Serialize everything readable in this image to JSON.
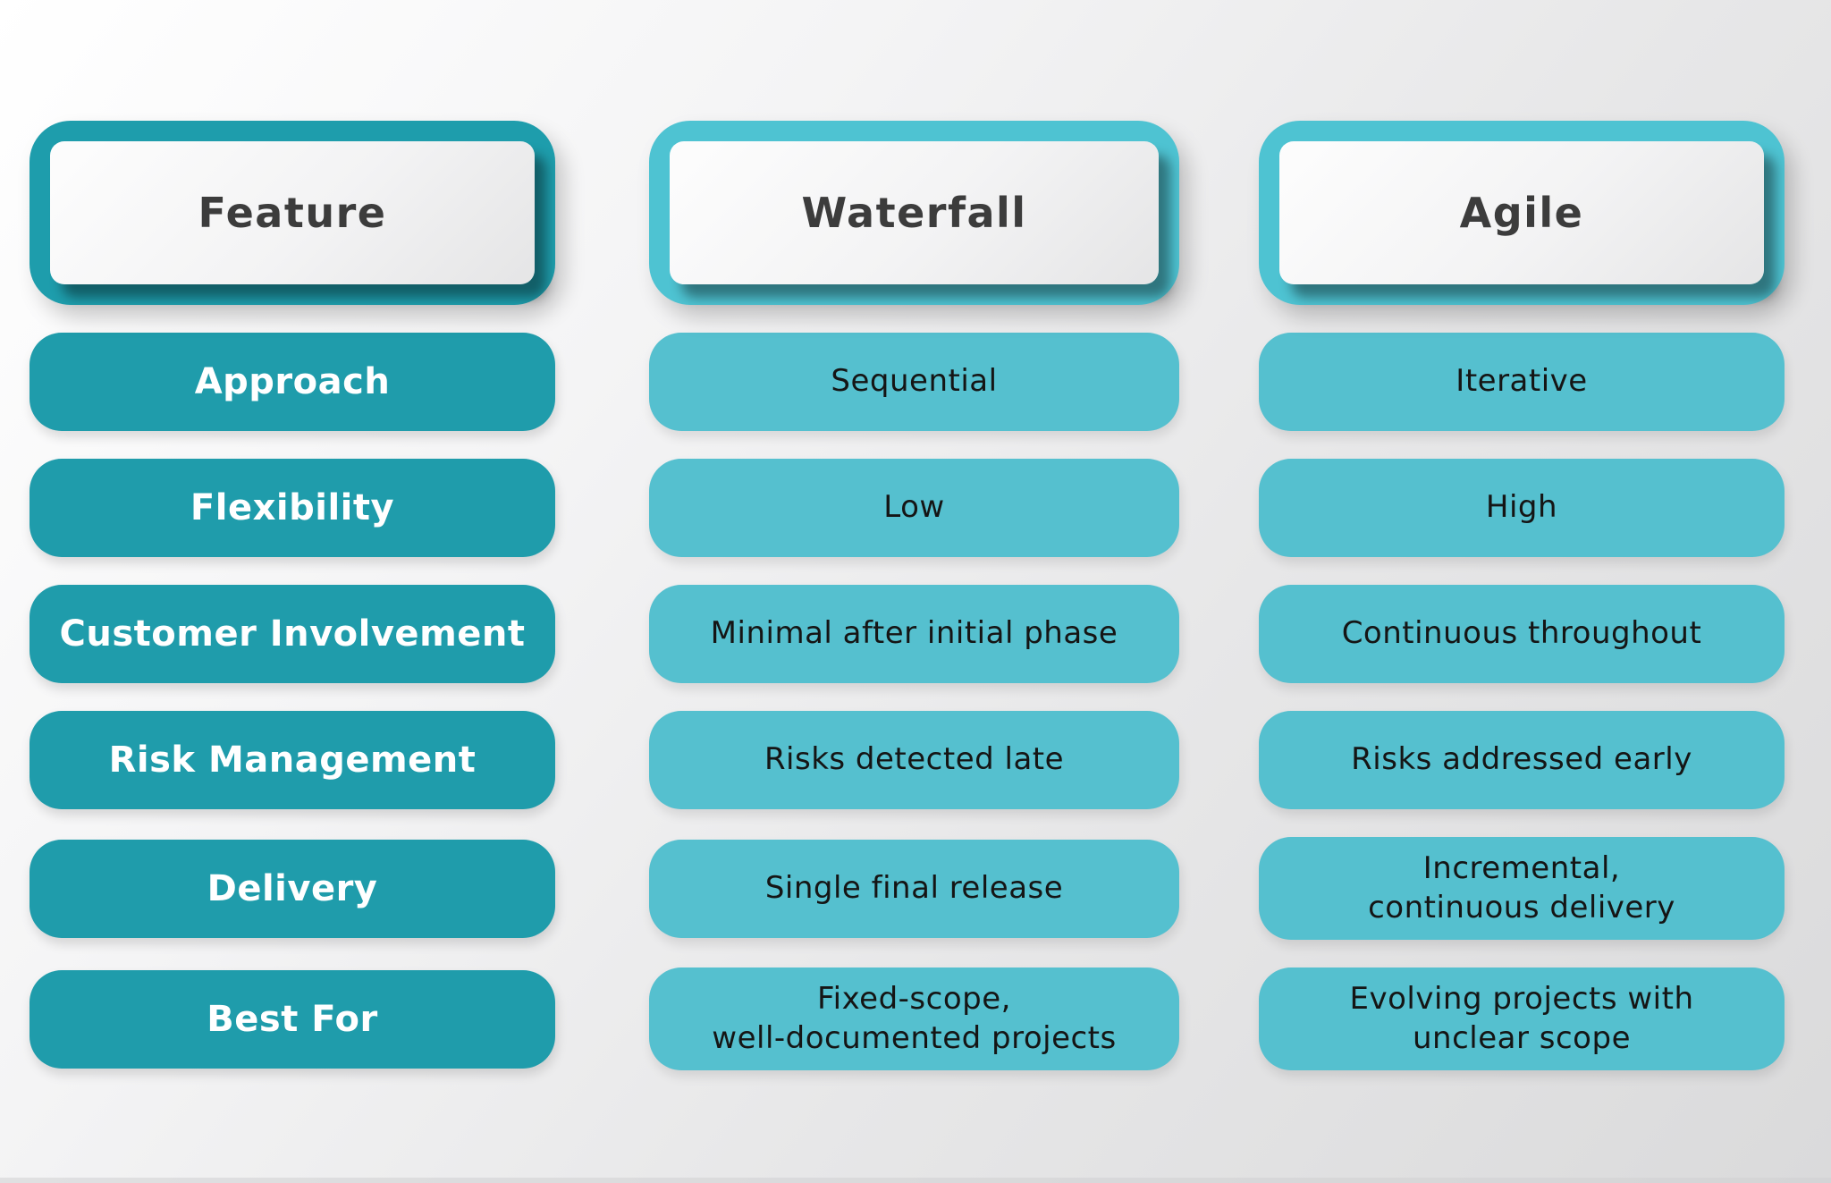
{
  "table": {
    "columns": [
      {
        "key": "feature",
        "header": "Feature",
        "style": "dark"
      },
      {
        "key": "waterfall",
        "header": "Waterfall",
        "style": "light"
      },
      {
        "key": "agile",
        "header": "Agile",
        "style": "light"
      }
    ],
    "rows": [
      {
        "feature": "Approach",
        "waterfall": "Sequential",
        "agile": "Iterative"
      },
      {
        "feature": "Flexibility",
        "waterfall": "Low",
        "agile": "High"
      },
      {
        "feature": "Customer Involvement",
        "waterfall": "Minimal after initial phase",
        "agile": "Continuous throughout"
      },
      {
        "feature": "Risk Management",
        "waterfall": "Risks detected late",
        "agile": "Risks addressed early"
      },
      {
        "feature": "Delivery",
        "waterfall": "Single final release",
        "agile": "Incremental,\ncontinuous delivery"
      },
      {
        "feature": "Best For",
        "waterfall": "Fixed-scope,\nwell-documented projects",
        "agile": "Evolving projects with\nunclear scope"
      }
    ]
  },
  "colors": {
    "feature_accent": "#1f9cab",
    "header_light_accent": "#4ec3d2",
    "value_pill": "#55c0cf",
    "header_text": "#3c3c3c",
    "cell_text": "#151515",
    "row_label_text": "#ffffff",
    "background_start": "#ffffff",
    "background_end": "#dadadb"
  }
}
